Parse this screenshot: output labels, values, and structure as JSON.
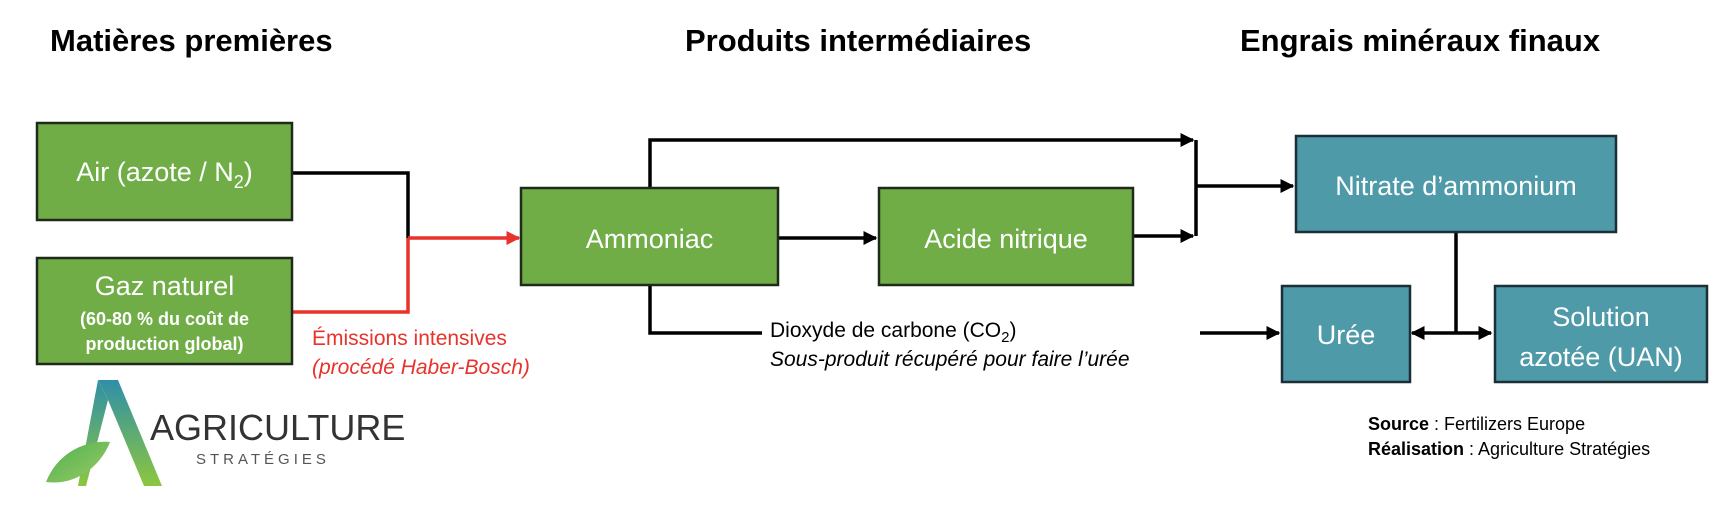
{
  "headings": {
    "raw": "Matières premières",
    "intermediate": "Produits intermédiaires",
    "final": "Engrais minéraux finaux"
  },
  "nodes": {
    "air": {
      "label": "Air (azote / N",
      "sub": "2",
      "tail": ")",
      "color": "#70ad47"
    },
    "gas": {
      "label": "Gaz naturel",
      "note_line1": "(60-80 % du coût de",
      "note_line2": "production global)",
      "color": "#70ad47"
    },
    "ammoniac": {
      "label": "Ammoniac",
      "color": "#70ad47"
    },
    "nitric": {
      "label": "Acide nitrique",
      "color": "#70ad47"
    },
    "nitrate": {
      "label": "Nitrate d’ammonium",
      "color": "#4f9aa9"
    },
    "uree": {
      "label": "Urée",
      "color": "#4f9aa9"
    },
    "uan": {
      "label_line1": "Solution",
      "label_line2": "azotée (UAN)",
      "color": "#4f9aa9"
    }
  },
  "emissions": {
    "line1": "Émissions intensives",
    "line2": "(procédé Haber-Bosch)",
    "color": "#e8322b"
  },
  "co2": {
    "line1": "Dioxyde de carbone (CO",
    "sub": "2",
    "tail": ")",
    "line2": "Sous-produit récupéré pour faire l’urée"
  },
  "source": {
    "source_label": "Source",
    "source_value": " : Fertilizers Europe",
    "made_label": "Réalisation",
    "made_value": " : Agriculture Stratégies"
  },
  "logo": {
    "name": "AGRICULTURE",
    "tagline": "STRATÉGIES"
  }
}
